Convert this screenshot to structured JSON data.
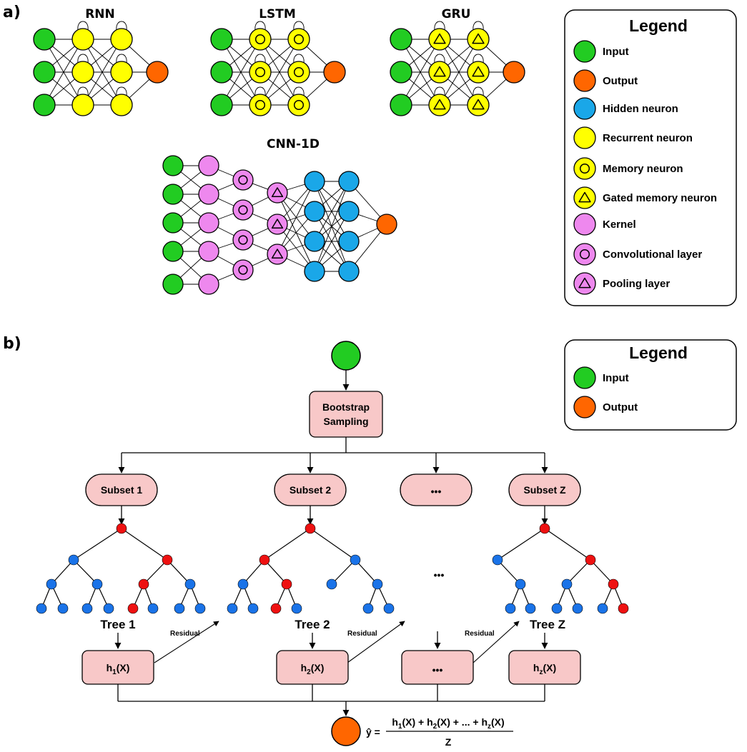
{
  "panel_a": {
    "label": "a)",
    "titles": {
      "rnn": "RNN",
      "lstm": "LSTM",
      "gru": "GRU",
      "cnn": "CNN-1D"
    },
    "legend": {
      "title": "Legend",
      "items": [
        "Input",
        "Output",
        "Hidden neuron",
        "Recurrent neuron",
        "Memory neuron",
        "Gated memory neuron",
        "Kernel",
        "Convolutional layer",
        "Pooling layer"
      ]
    }
  },
  "panel_b": {
    "label": "b)",
    "bootstrap": [
      "Bootstrap",
      "Sampling"
    ],
    "subsets": [
      "Subset 1",
      "Subset 2",
      "•••",
      "Subset Z"
    ],
    "trees": [
      "Tree 1",
      "Tree 2",
      "Tree Z"
    ],
    "ellipsis": "•••",
    "residual": "Residual",
    "h_boxes": [
      {
        "base": "h",
        "sub": "1",
        "tail": "(X)"
      },
      {
        "base": "h",
        "sub": "2",
        "tail": "(X)"
      },
      {
        "base": "•••",
        "sub": "",
        "tail": ""
      },
      {
        "base": "h",
        "sub": "z",
        "tail": "(X)"
      }
    ],
    "formula": {
      "lhs": "ŷ =",
      "numerator": [
        {
          "base": "h",
          "sub": "1",
          "tail": "(X) + "
        },
        {
          "base": "h",
          "sub": "2",
          "tail": "(X) + ... + "
        },
        {
          "base": "h",
          "sub": "z",
          "tail": "(X)"
        }
      ],
      "denominator": "Z"
    },
    "legend": {
      "title": "Legend",
      "items": [
        "Input",
        "Output"
      ]
    }
  },
  "colors": {
    "input": "#22cc22",
    "output": "#ff6600",
    "hidden": "#1aa7e8",
    "recurrent": "#ffff00",
    "kernel": "#ee88ee",
    "box_fill": "#f8c8c8",
    "tree_blue": "#1a73e8",
    "tree_red": "#ee1111"
  }
}
